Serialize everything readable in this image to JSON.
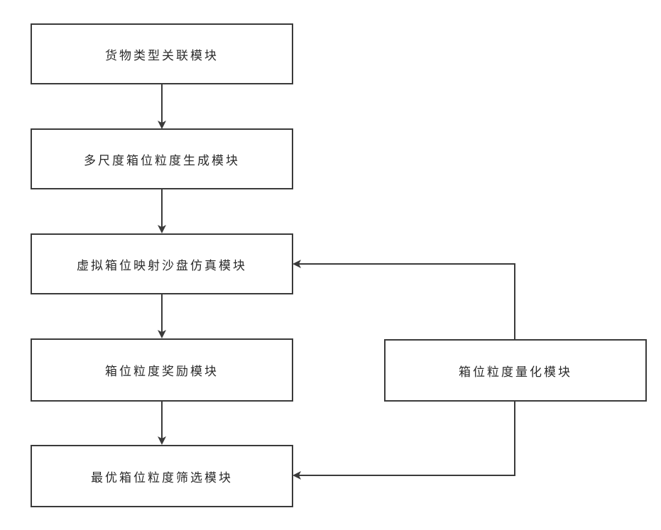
{
  "diagram": {
    "nodes": [
      {
        "id": "cargo-type-association",
        "label": "货物类型关联模块"
      },
      {
        "id": "multi-scale-granularity-generation",
        "label": "多尺度箱位粒度生成模块"
      },
      {
        "id": "virtual-mapping-sandbox-simulation",
        "label": "虚拟箱位映射沙盘仿真模块"
      },
      {
        "id": "granularity-reward",
        "label": "箱位粒度奖励模块"
      },
      {
        "id": "optimal-granularity-selection",
        "label": "最优箱位粒度筛选模块"
      },
      {
        "id": "granularity-quantization",
        "label": "箱位粒度量化模块"
      }
    ],
    "edges": [
      {
        "from": "cargo-type-association",
        "to": "multi-scale-granularity-generation"
      },
      {
        "from": "multi-scale-granularity-generation",
        "to": "virtual-mapping-sandbox-simulation"
      },
      {
        "from": "virtual-mapping-sandbox-simulation",
        "to": "granularity-reward"
      },
      {
        "from": "granularity-reward",
        "to": "optimal-granularity-selection"
      },
      {
        "from": "granularity-quantization",
        "to": "virtual-mapping-sandbox-simulation"
      },
      {
        "from": "granularity-quantization",
        "to": "optimal-granularity-selection"
      }
    ]
  },
  "colors": {
    "line": "#3a3a3a",
    "text": "#2a2a2a",
    "background": "#ffffff"
  }
}
